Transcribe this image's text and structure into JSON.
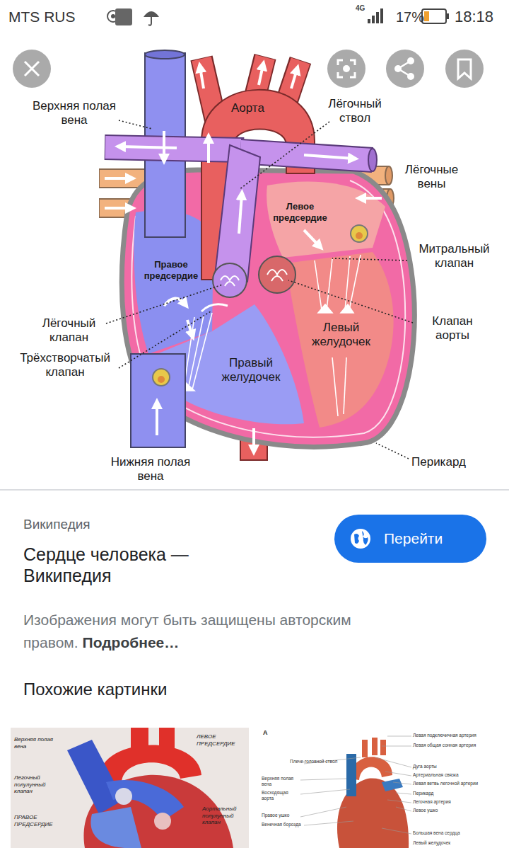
{
  "diagram": {
    "nodes": [
      {
        "text": [
          "Перейти"
        ]
      }
    ],
    "labels": [
      "MTS RUS",
      "4G",
      "17%",
      "18:18",
      "Верхняя полая вена",
      "Аорта",
      "Лёгочный ствол",
      "Лёгочные вены",
      "Левое предсердие",
      "Митральный клапан",
      "Правое предсердие",
      "Лёгочный клапан",
      "Клапан аорты",
      "Левый желудочек",
      "Трёхстворчатый клапан",
      "Правый желудочек",
      "Нижняя полая вена",
      "Перикард",
      "Википедия",
      "Сердце человека — Википедия",
      "Изображения могут быть защищены авторским правом.",
      "Подробнее…",
      "Похожие картинки",
      "Верхняя полая вена",
      "ЛЕВОЕ ПРЕДСЕРДИЕ",
      "Легочный полулунный клапан",
      "ПРАВОЕ ПРЕДСЕРДИЕ",
      "Аортальный полулунный клапан",
      "A",
      "Плече-головной ствол",
      "Верхняя полая вена",
      "Восходящая аорта",
      "Правое ушко",
      "Венечная борозда",
      "Левая подключичная артерия",
      "Левая общая сонная артерия",
      "Дуга аорты",
      "Артериальная связка",
      "Левая ветвь легочной артерии",
      "Перикард",
      "Легочная артерия",
      "Левое ушко",
      "Большая вена сердца",
      "Левый желудочек"
    ]
  }
}
